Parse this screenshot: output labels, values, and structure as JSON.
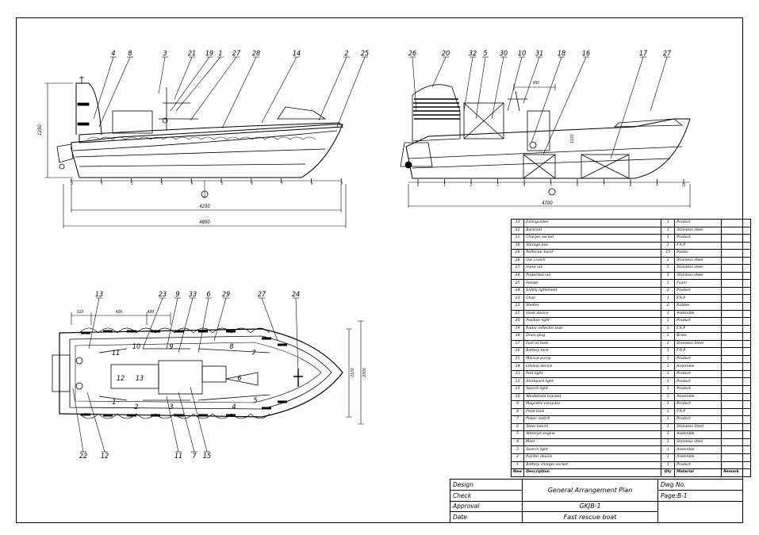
{
  "side_view": {
    "callouts": [
      "4",
      "8",
      "3",
      "21",
      "19",
      "1",
      "27",
      "28",
      "14",
      "2",
      "25"
    ],
    "dim_height": "1250",
    "dim_mid": "4250",
    "dim_length": "4800",
    "frames": [
      "0",
      "1",
      "2",
      "3",
      "4",
      "5",
      "6",
      "7",
      "8",
      "9"
    ]
  },
  "profile_view": {
    "callouts": [
      "26",
      "20",
      "32",
      "5",
      "30",
      "10",
      "31",
      "18",
      "16",
      "17",
      "27"
    ],
    "dim_top": "450",
    "dim_right": "1150",
    "dim_length": "4700",
    "frames": [
      "0",
      "1",
      "2",
      "3",
      "4",
      "5",
      "6",
      "7",
      "8",
      "9",
      "10"
    ]
  },
  "plan_view": {
    "callouts_top": [
      "13",
      "23",
      "9",
      "33",
      "6",
      "29",
      "27",
      "24"
    ],
    "callouts_bottom": [
      "22",
      "12",
      "11",
      "7",
      "15"
    ],
    "dims": [
      "310",
      "400",
      "400"
    ],
    "width_inner": "2100",
    "width_outer": "2300",
    "compartments": [
      "11",
      "10",
      "9",
      "8",
      "7",
      "12",
      "13",
      "6",
      "1",
      "2",
      "3",
      "4",
      "5"
    ]
  },
  "parts_list": [
    {
      "no": "33",
      "desc": "Extinguisher",
      "qty": "1",
      "mat": "Product"
    },
    {
      "no": "32",
      "desc": "Backrest",
      "qty": "1",
      "mat": "Stainless steel"
    },
    {
      "no": "31",
      "desc": "Charger socket",
      "qty": "1",
      "mat": "Product"
    },
    {
      "no": "30",
      "desc": "Storage box",
      "qty": "1",
      "mat": "F.R.P"
    },
    {
      "no": "29",
      "desc": "Reflector band",
      "qty": "15",
      "mat": "Plastic"
    },
    {
      "no": "28",
      "desc": "Oar crutch",
      "qty": "2",
      "mat": "Stainless steel"
    },
    {
      "no": "27",
      "desc": "Hand rail",
      "qty": "5",
      "mat": "Stainless steel"
    },
    {
      "no": "26",
      "desc": "Protected rail",
      "qty": "1",
      "mat": "Stainless steel"
    },
    {
      "no": "25",
      "desc": "Fender",
      "qty": "1",
      "mat": "Foam"
    },
    {
      "no": "24",
      "desc": "Safety lightsheet",
      "qty": "2",
      "mat": "Product"
    },
    {
      "no": "23",
      "desc": "Chair",
      "qty": "1",
      "mat": "F.R.P"
    },
    {
      "no": "22",
      "desc": "Shelter",
      "qty": "2",
      "mat": "Rubber"
    },
    {
      "no": "21",
      "desc": "Hook device",
      "qty": "1",
      "mat": "Assemble"
    },
    {
      "no": "20",
      "desc": "Position light",
      "qty": "1",
      "mat": "Product"
    },
    {
      "no": "19",
      "desc": "Radar reflector seat",
      "qty": "1",
      "mat": "F.R.P"
    },
    {
      "no": "18",
      "desc": "Drain plug",
      "qty": "1",
      "mat": "Brass"
    },
    {
      "no": "17",
      "desc": "Fuel oil tank",
      "qty": "1",
      "mat": "Stainless Steel"
    },
    {
      "no": "16",
      "desc": "Battery tank",
      "qty": "1",
      "mat": "F.R.P"
    },
    {
      "no": "15",
      "desc": "Manual pump",
      "qty": "1",
      "mat": "Product"
    },
    {
      "no": "14",
      "desc": "Lifeline device",
      "qty": "1",
      "mat": "Assemble"
    },
    {
      "no": "13",
      "desc": "Port light",
      "qty": "1",
      "mat": "Product"
    },
    {
      "no": "12",
      "desc": "Starboard light",
      "qty": "1",
      "mat": "Product"
    },
    {
      "no": "11",
      "desc": "Search light",
      "qty": "1",
      "mat": "Product"
    },
    {
      "no": "10",
      "desc": "Windshield bracket",
      "qty": "1",
      "mat": "Assemble"
    },
    {
      "no": "9",
      "desc": "Magnetic compass",
      "qty": "1",
      "mat": "Product"
    },
    {
      "no": "8",
      "desc": "Float tank",
      "qty": "1",
      "mat": "F.R.P"
    },
    {
      "no": "7",
      "desc": "Power switch",
      "qty": "1",
      "mat": "Product"
    },
    {
      "no": "6",
      "desc": "Steer bench",
      "qty": "1",
      "mat": "Stainless Steel"
    },
    {
      "no": "5",
      "desc": "Waterjet engine",
      "qty": "1",
      "mat": "Assemble"
    },
    {
      "no": "4",
      "desc": "Mast",
      "qty": "1",
      "mat": "Stainless steel"
    },
    {
      "no": "3",
      "desc": "Search light",
      "qty": "1",
      "mat": "Assemble"
    },
    {
      "no": "2",
      "desc": "Painter device",
      "qty": "1",
      "mat": "Assemble"
    },
    {
      "no": "1",
      "desc": "Battery charger socket",
      "qty": "1",
      "mat": "Product"
    }
  ],
  "parts_header": {
    "no": "New",
    "desc": "Description",
    "qty": "Qty",
    "mat": "Material",
    "remark": "Remark"
  },
  "title_block": {
    "design": "Design",
    "check": "Check",
    "approval": "Approval",
    "date": "Date",
    "title": "General Arrangement Plan",
    "dwg_label": "Dwg No.",
    "page": "Page:B-1",
    "model": "GKJB-1",
    "name": "Fast rescue boat"
  }
}
